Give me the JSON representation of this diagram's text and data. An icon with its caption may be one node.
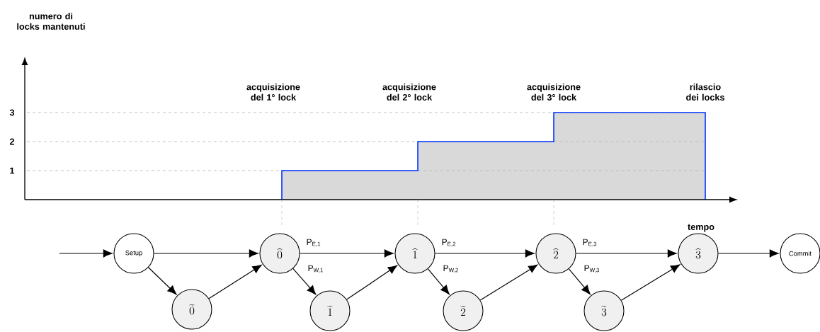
{
  "diagram": {
    "nodes": [
      {
        "text": [
          "Setup"
        ]
      },
      {
        "text": [
          "\\widehat{0}"
        ]
      },
      {
        "text": [
          "\\widetilde{0}"
        ]
      },
      {
        "text": [
          "\\widehat{1}"
        ]
      },
      {
        "text": [
          "\\widetilde{1}"
        ]
      },
      {
        "text": [
          "\\widehat{2}"
        ]
      },
      {
        "text": [
          "\\widetilde{2}"
        ]
      },
      {
        "text": [
          "\\widehat{3}"
        ]
      },
      {
        "text": [
          "\\widetilde{3}"
        ]
      },
      {
        "text": [
          "Commit"
        ]
      }
    ],
    "edges": [
      {
        "from": null,
        "to": 0,
        "arrow": "to"
      },
      {
        "from": 0,
        "to": 1,
        "arrow": "to"
      },
      {
        "from": 0,
        "to": 2,
        "arrow": "to"
      },
      {
        "from": 2,
        "to": 1,
        "arrow": "to"
      },
      {
        "from": 1,
        "to": 3,
        "arrow": "to",
        "label": "P$_{E,1}$"
      },
      {
        "from": 1,
        "to": 4,
        "arrow": "to",
        "label": "P$_{W,1}$"
      },
      {
        "from": 4,
        "to": 3,
        "arrow": "to"
      },
      {
        "from": 3,
        "to": 5,
        "arrow": "to",
        "label": "P$_{E,2}$"
      },
      {
        "from": 3,
        "to": 6,
        "arrow": "to",
        "label": "P$_{W,2}$"
      },
      {
        "from": 6,
        "to": 5,
        "arrow": "to"
      },
      {
        "from": 5,
        "to": 7,
        "arrow": "to",
        "label": "P$_{E,3}$"
      },
      {
        "from": 5,
        "to": 8,
        "arrow": "to",
        "label": "P$_{W,3}$"
      },
      {
        "from": 8,
        "to": 7,
        "arrow": "to"
      },
      {
        "from": 7,
        "to": 9,
        "arrow": "to"
      }
    ],
    "labels": [
      "numero di locks mantenuti",
      "acquisizione del 1° lock",
      "acquisizione del 2° lock",
      "acquisizione del 3° lock",
      "rilascio dei locks",
      "3",
      "2",
      "1",
      "tempo"
    ]
  }
}
